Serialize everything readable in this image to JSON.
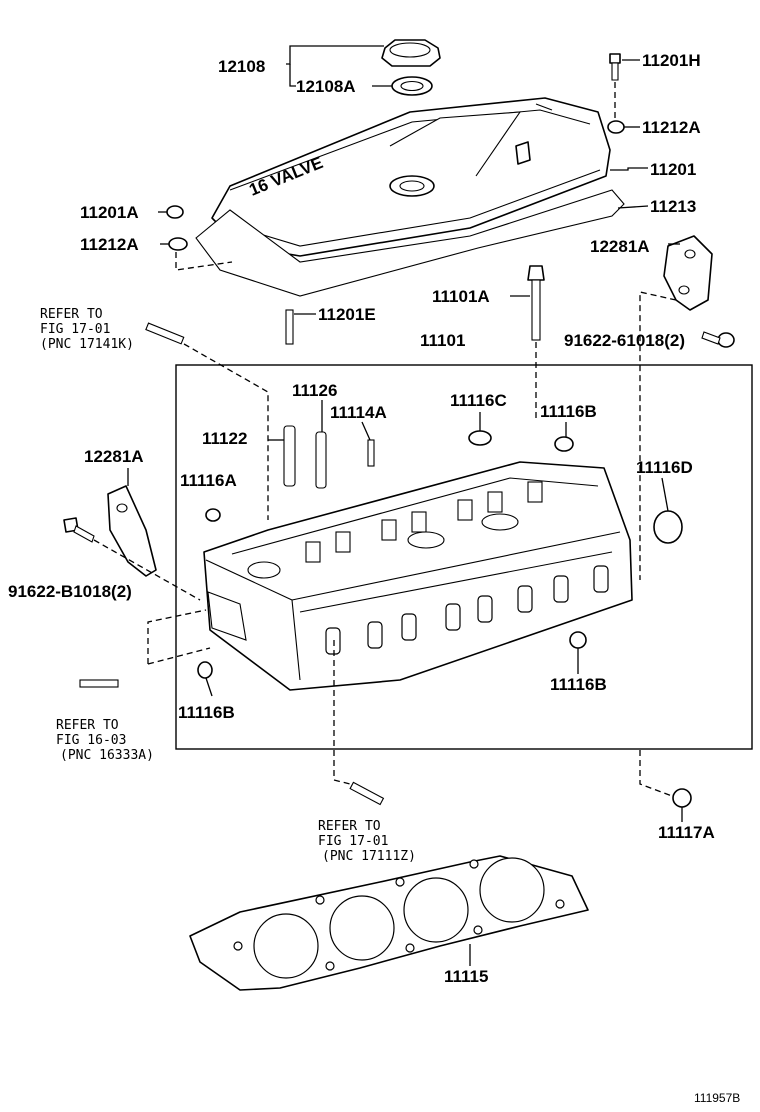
{
  "diagram": {
    "labels": {
      "p12108": "12108",
      "p12108A": "12108A",
      "p11201H": "11201H",
      "p11212A_top": "11212A",
      "p11201": "11201",
      "p11213": "11213",
      "p11201A": "11201A",
      "p11212A_left": "11212A",
      "p12281A_right": "12281A",
      "p11101A": "11101A",
      "p11201E": "11201E",
      "p91622_61018": "91622-61018(2)",
      "p11101": "11101",
      "p11126": "11126",
      "p11114A": "11114A",
      "p11116C": "11116C",
      "p11116B_top": "11116B",
      "p11122": "11122",
      "p12281A_left": "12281A",
      "p11116A": "11116A",
      "p11116D": "11116D",
      "p91622_B1018": "91622-B1018(2)",
      "p11116B_left": "11116B",
      "p11116B_right": "11116B",
      "p11117A": "11117A",
      "p11115": "11115"
    },
    "refs": {
      "ref1": {
        "line1": "REFER TO",
        "line2": "FIG 17-01",
        "line3": "(PNC 17141K)"
      },
      "ref2": {
        "line1": "REFER TO",
        "line2": "FIG 16-03",
        "line3": "(PNC 16333A)"
      },
      "ref3": {
        "line1": "REFER TO",
        "line2": "FIG 17-01",
        "line3": "(PNC 17111Z)"
      }
    },
    "cover_text": "16 VALVE",
    "figure_code": "111957B"
  }
}
